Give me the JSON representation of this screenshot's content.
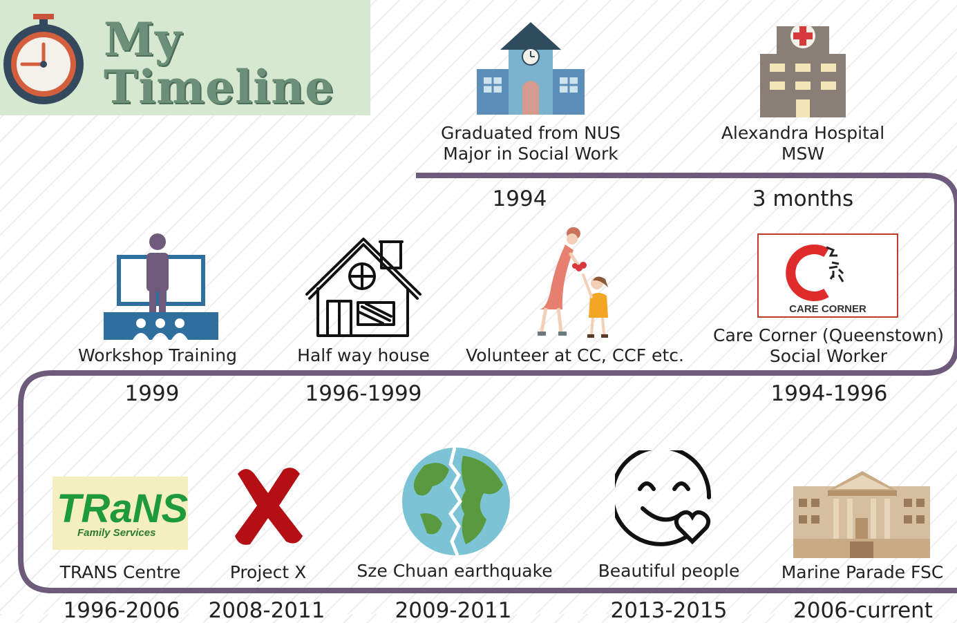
{
  "title": {
    "line1": "My",
    "line2": "Timeline"
  },
  "colors": {
    "path": "#6e5a7b",
    "title_bg": "#d6e8d0",
    "title_text": "#6b8f78"
  },
  "events": [
    {
      "icon": "school-building-icon",
      "label_lines": [
        "Graduated from NUS",
        "Major in Social Work"
      ],
      "period": "1994"
    },
    {
      "icon": "hospital-icon",
      "label_lines": [
        "Alexandra Hospital",
        "MSW"
      ],
      "period": "3 months"
    },
    {
      "icon": "care-corner-logo",
      "logo_text": "CARE CORNER",
      "label_lines": [
        "Care Corner (Queenstown)",
        "Social Worker"
      ],
      "period": "1994-1996"
    },
    {
      "icon": "volunteer-mother-child-icon",
      "label_lines": [
        "Volunteer at CC, CCF etc."
      ],
      "period": ""
    },
    {
      "icon": "house-sketch-icon",
      "label_lines": [
        "Half way house"
      ],
      "period": "1996-1999"
    },
    {
      "icon": "workshop-presenter-icon",
      "label_lines": [
        "Workshop Training"
      ],
      "period": "1999"
    },
    {
      "icon": "trans-logo",
      "logo_text": "TRaNS",
      "logo_subtext": "Family Services",
      "label_lines": [
        "TRANS Centre"
      ],
      "period": "1996-2006"
    },
    {
      "icon": "red-x-icon",
      "label_lines": [
        "Project X"
      ],
      "period": "2008-2011"
    },
    {
      "icon": "cracked-earth-icon",
      "label_lines": [
        "Sze Chuan earthquake"
      ],
      "period": "2009-2011"
    },
    {
      "icon": "smiley-heart-icon",
      "label_lines": [
        "Beautiful people"
      ],
      "period": "2013-2015"
    },
    {
      "icon": "government-building-icon",
      "label_lines": [
        "Marine Parade FSC"
      ],
      "period": "2006-current"
    }
  ]
}
